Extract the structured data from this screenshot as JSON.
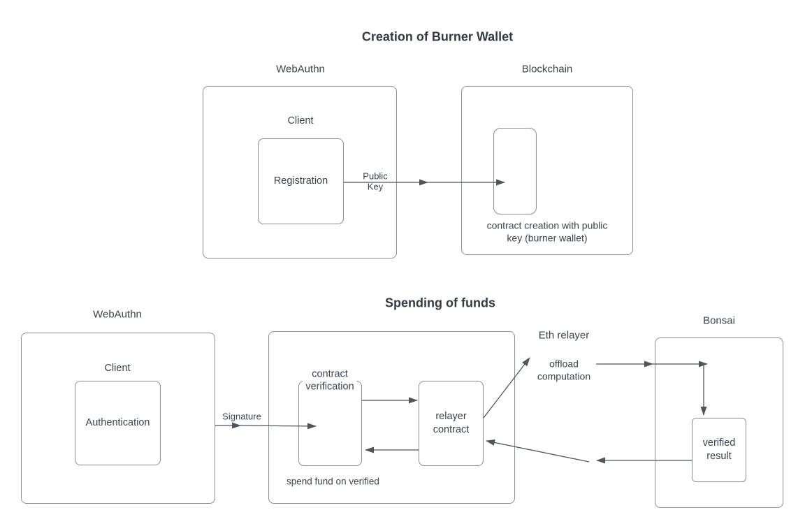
{
  "colors": {
    "background": "#ffffff",
    "text": "#3d434a",
    "title": "#343b43",
    "border": "#898f95",
    "arrow": "#4e555b"
  },
  "section1": {
    "title": "Creation of Burner Wallet",
    "webauthn_label": "WebAuthn",
    "client_label": "Client",
    "registration_label": "Registration",
    "public_key_label": "Public\nKey",
    "blockchain_label": "Blockchain",
    "contract_creation_caption": "contract creation with public\nkey (burner wallet)"
  },
  "section2": {
    "title": "Spending of funds",
    "webauthn_label": "WebAuthn",
    "client_label": "Client",
    "authentication_label": "Authentication",
    "signature_label": "Signature",
    "contract_verification_label": "contract\nverification",
    "relayer_contract_label": "relayer\ncontract",
    "spend_note": "spend fund on verified",
    "eth_relayer_label": "Eth relayer",
    "offload_label": "offload\ncomputation",
    "bonsai_label": "Bonsai",
    "verified_result_label": "verified\nresult"
  }
}
